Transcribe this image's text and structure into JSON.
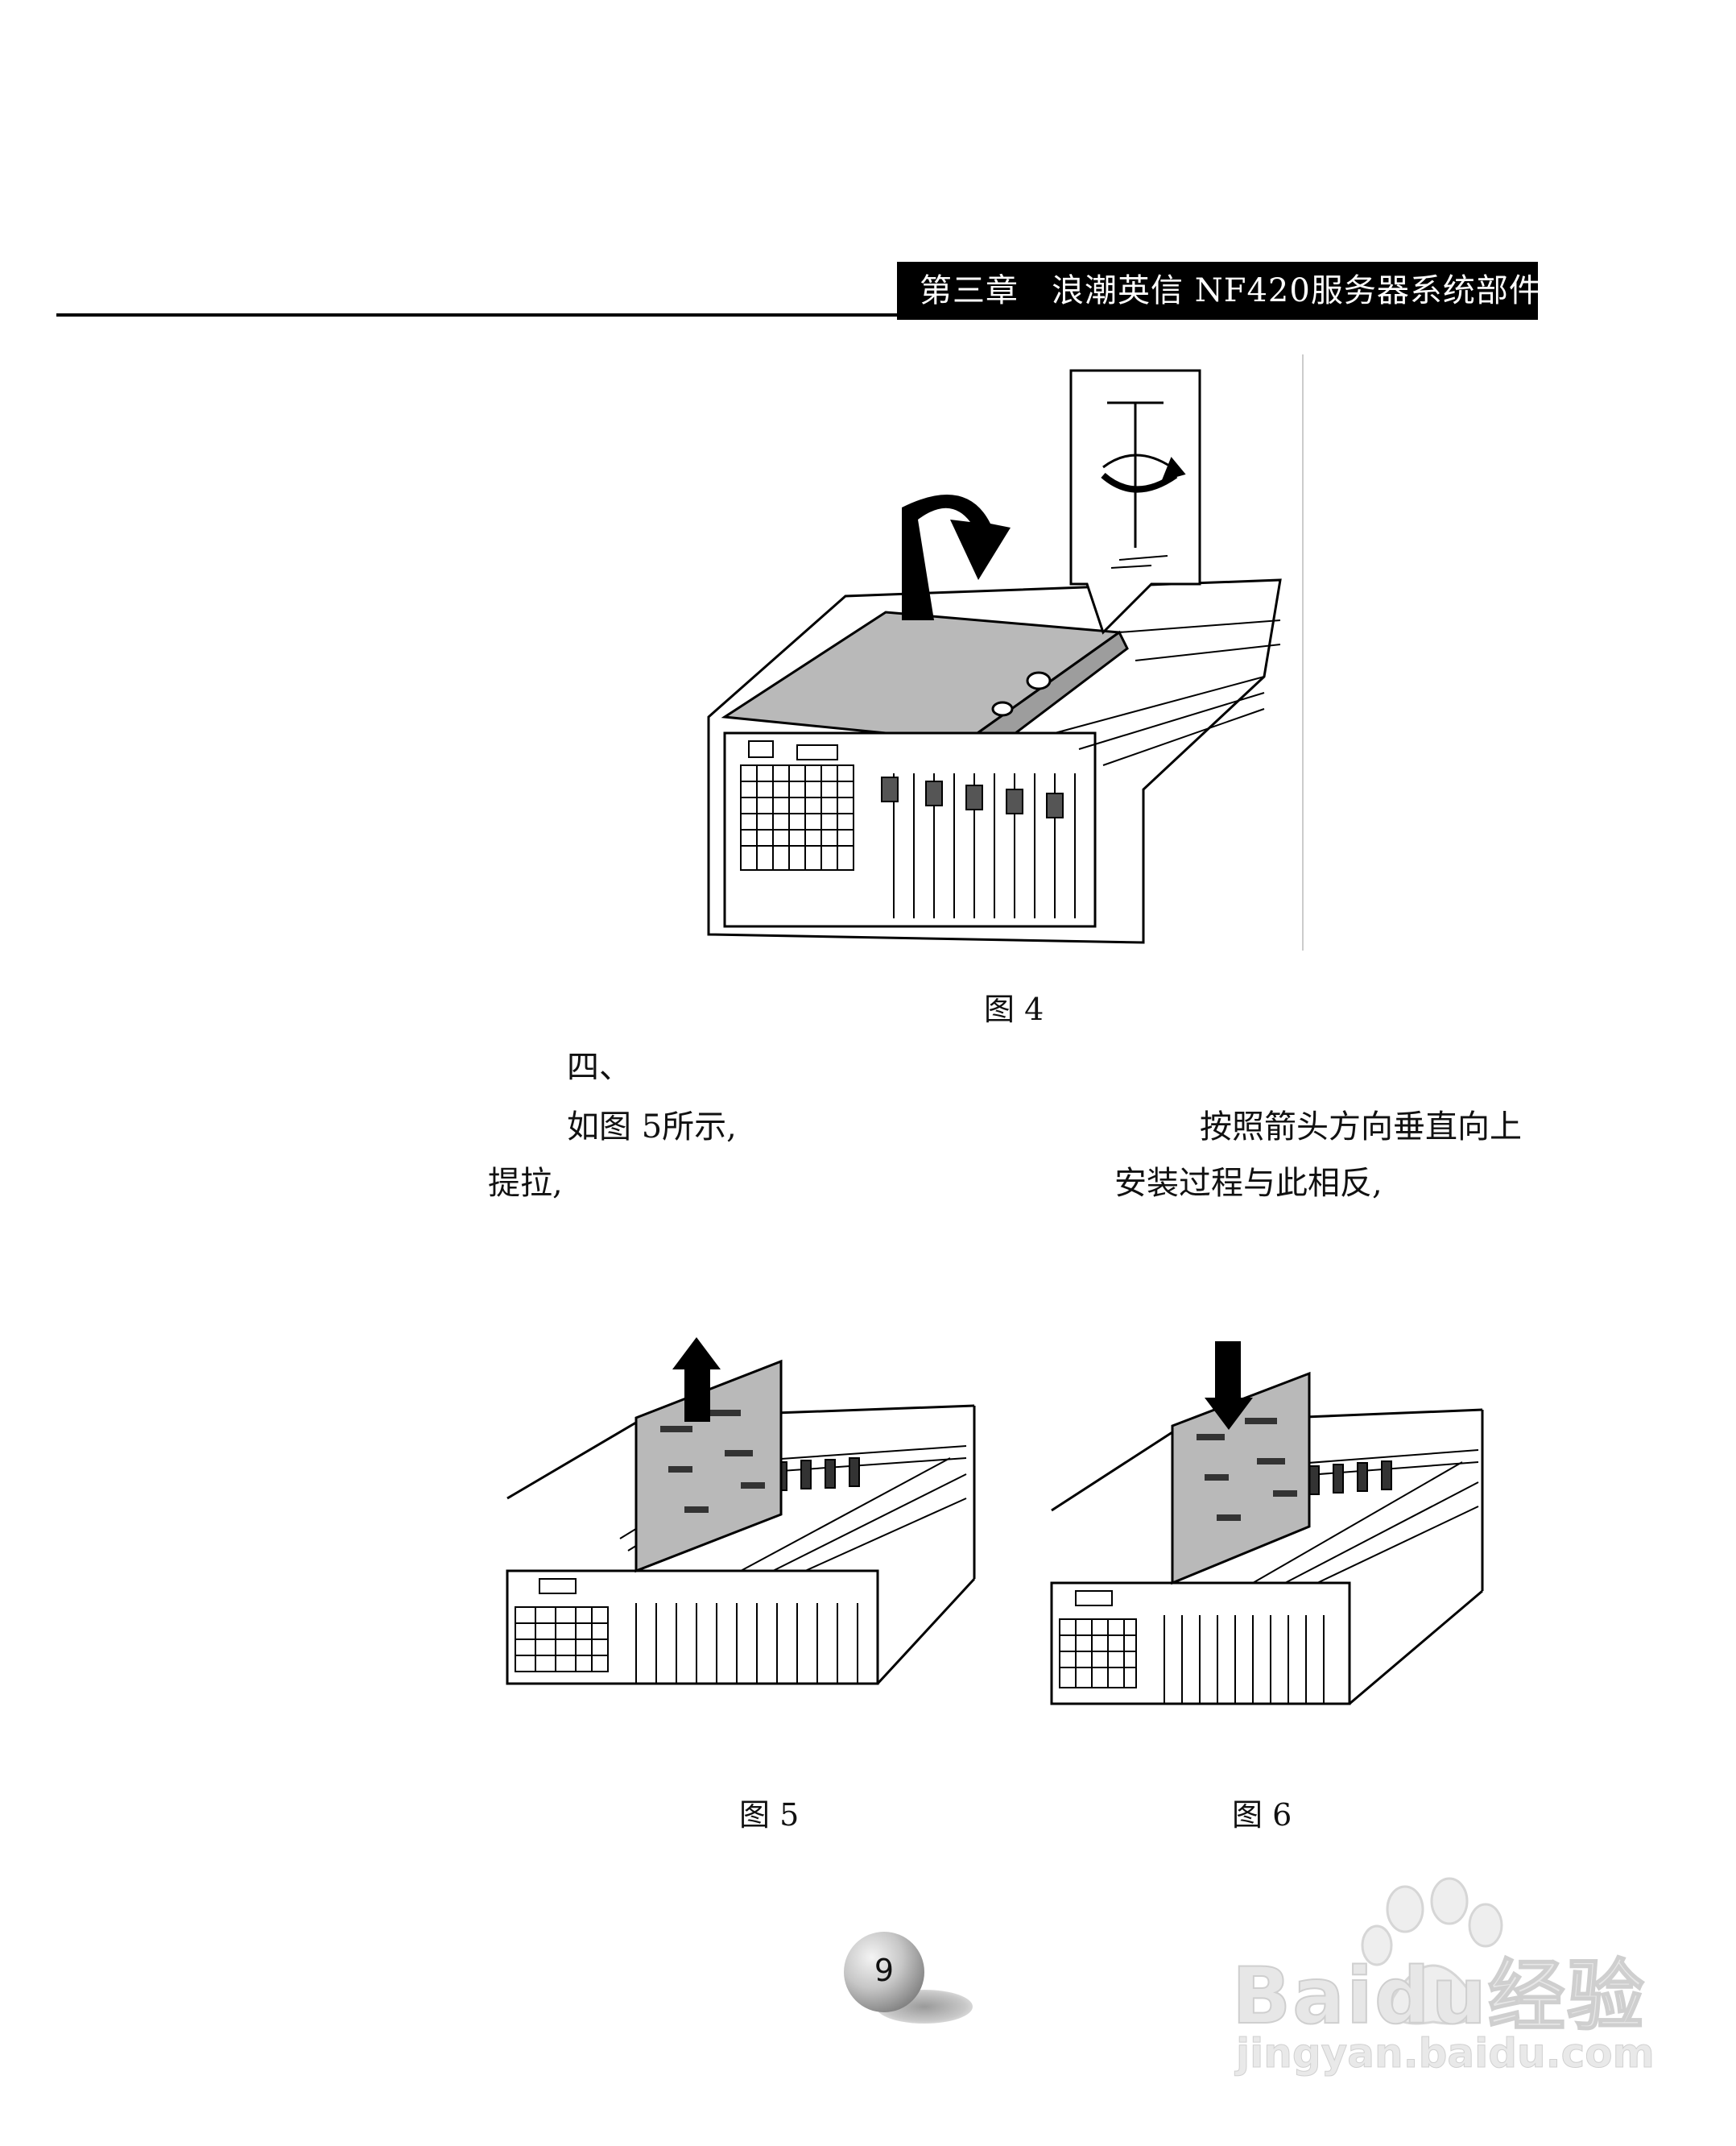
{
  "header": {
    "chapter": "第三章　浪潮英信 NF420服务器系统部件"
  },
  "figures": {
    "fig4_caption": "图 4",
    "fig5_caption": "图 5",
    "fig6_caption": "图 6"
  },
  "body": {
    "section_label": "四、",
    "line1_left": "如图 5所示,",
    "line1_right": "按照箭头方向垂直向上",
    "line2_left": "提拉,",
    "line2_right": "安装过程与此相反,"
  },
  "footer": {
    "page_number": "9"
  },
  "watermark": {
    "brand": "Baidu经验",
    "url": "jingyan.baidu.com"
  }
}
